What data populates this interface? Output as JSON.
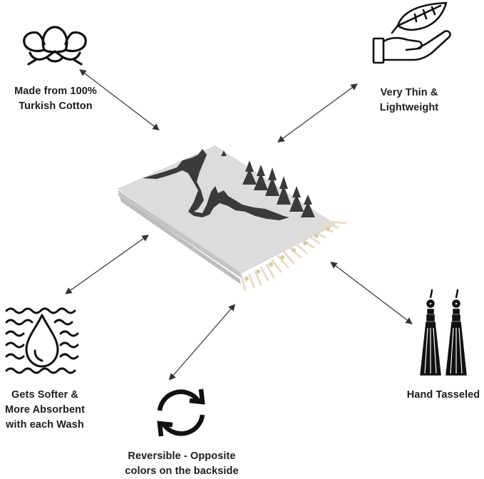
{
  "features": {
    "cotton": {
      "line1": "Made from 100%",
      "line2": "Turkish Cotton",
      "icon": "cotton-flower-icon"
    },
    "thin": {
      "line1": "Very Thin &",
      "line2": "Lightweight",
      "icon": "hand-feather-icon"
    },
    "soft": {
      "line1": "Gets Softer &",
      "line2": "More Absorbent",
      "line3": "with each Wash",
      "icon": "water-drop-waves-icon"
    },
    "reversible": {
      "line1": "Reversible - Opposite",
      "line2": "colors on the backside",
      "icon": "refresh-arrows-icon"
    },
    "tassel": {
      "line1": "Hand Tasseled",
      "icon": "tassel-earrings-icon"
    }
  },
  "product": {
    "icon": "folded-towel-image"
  },
  "colors": {
    "towel": "#d9d9d9",
    "print": "#3a3a3a",
    "fringe": "#efe6d2",
    "text": "#1c1c1c"
  }
}
